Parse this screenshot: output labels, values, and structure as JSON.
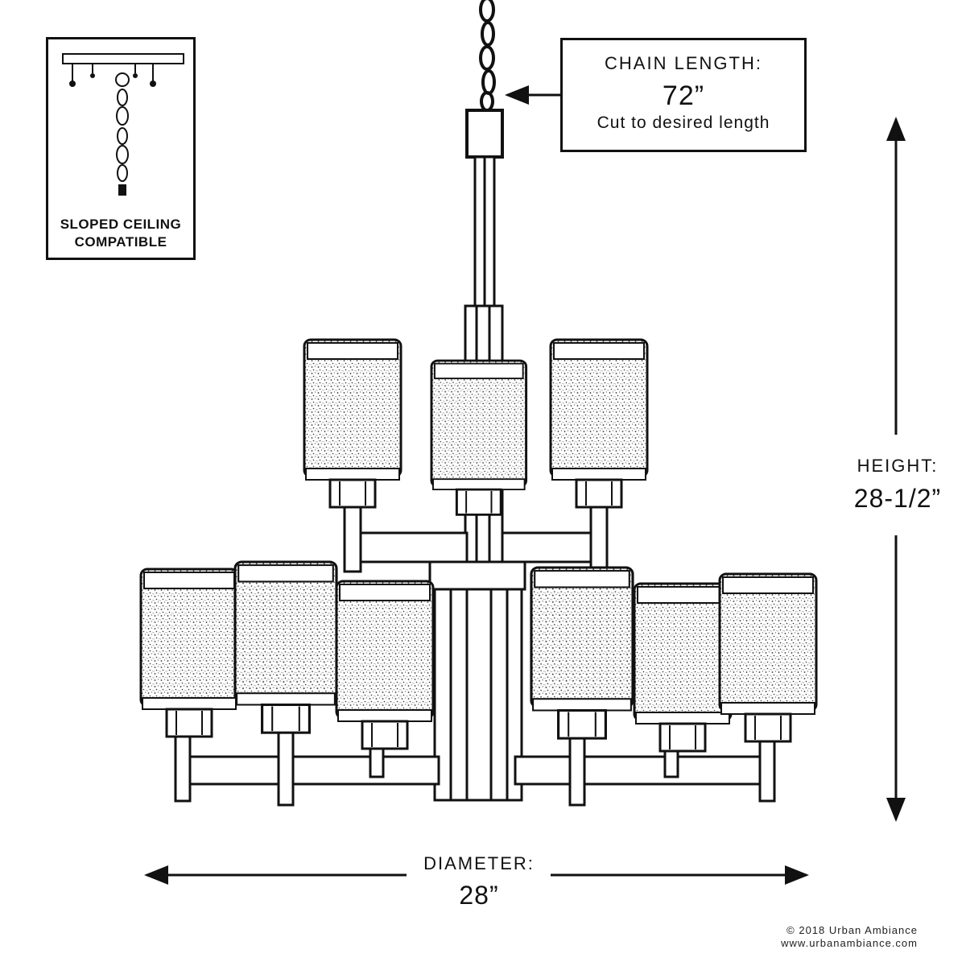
{
  "inset": {
    "label_line1": "SLOPED CEILING",
    "label_line2": "COMPATIBLE"
  },
  "chain": {
    "title": "CHAIN LENGTH:",
    "value": "72”",
    "note": "Cut to desired length"
  },
  "height": {
    "title": "HEIGHT:",
    "value": "28-1/2”"
  },
  "diameter": {
    "title": "DIAMETER:",
    "value": "28”"
  },
  "footer": {
    "copyright": "© 2018 Urban Ambiance",
    "website": "www.urbanambiance.com"
  },
  "colors": {
    "line": "#111111",
    "background": "#ffffff"
  }
}
